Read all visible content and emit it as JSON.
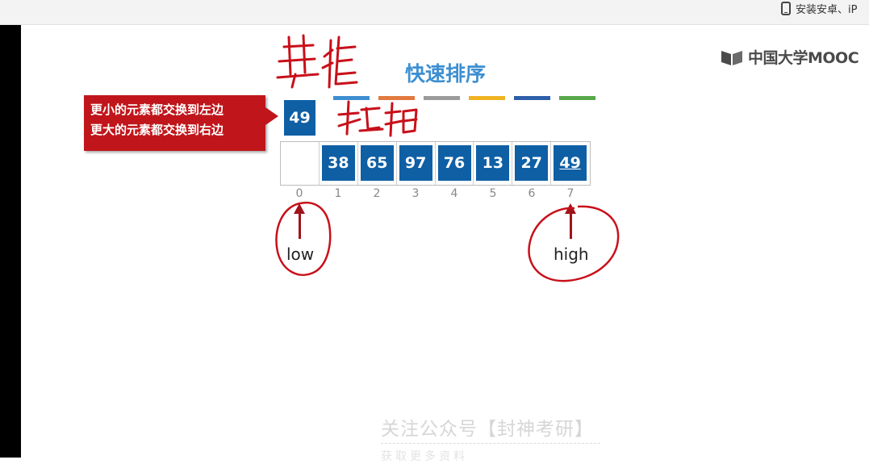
{
  "topbar": {
    "install_text": "安装安卓、iP"
  },
  "logo": {
    "text": "中国大学MOOC"
  },
  "slide": {
    "title": "快速排序",
    "color_bars": [
      "#3d8fd1",
      "#e27a3f",
      "#9b9b9b",
      "#f0b323",
      "#2d5faa",
      "#58a84a"
    ],
    "callout": {
      "line1": "更小的元素都交换到左边",
      "line2": "更大的元素都交换到右边"
    },
    "pivot_value": "49",
    "array": [
      {
        "value": "",
        "index": "0"
      },
      {
        "value": "38",
        "index": "1"
      },
      {
        "value": "65",
        "index": "2"
      },
      {
        "value": "97",
        "index": "3"
      },
      {
        "value": "76",
        "index": "4"
      },
      {
        "value": "13",
        "index": "5"
      },
      {
        "value": "27",
        "index": "6"
      },
      {
        "value": "49",
        "index": "7"
      }
    ],
    "low_label": "low",
    "high_label": "high",
    "handwritten": {
      "pivot_note": "基准",
      "pivot_note_2": "枢轴"
    }
  },
  "watermark": {
    "text": "关注公众号【封神考研】",
    "sub": "获取更多资料"
  },
  "colors": {
    "cell_blue": "#0f5fa5",
    "callout_red": "#c0161b",
    "ink_red": "#c8101a"
  }
}
